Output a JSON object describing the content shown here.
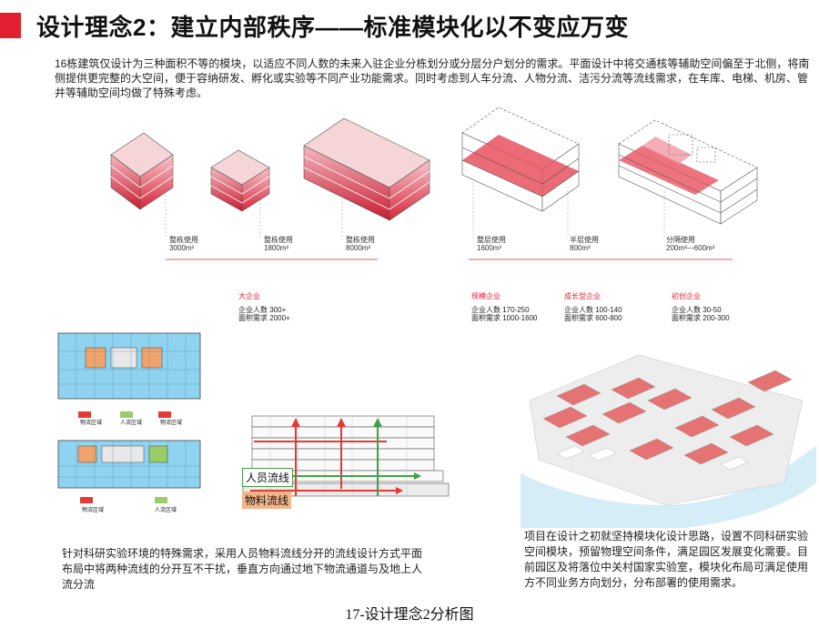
{
  "header": {
    "title": "设计理念2：建立内部秩序——标准模块化以不变应万变",
    "intro": "16栋建筑仅设计为三种面积不等的模块，以适应不同人数的未来入驻企业分栋划分或分层分户划分的需求。平面设计中将交通核等辅助空间偏至于北侧，将南侧提供更完整的大空间，便于容纳研发、孵化或实验等不同产业功能需求。同时考虑到人车分流、人物分流、洁污分流等流线需求，在车库、电梯、机房、管井等辅助空间均做了特殊考虑。"
  },
  "modules": [
    {
      "usage": "整栋使用",
      "area": "3000m²"
    },
    {
      "usage": "整栋使用",
      "area": "1800m²"
    },
    {
      "usage": "整栋使用",
      "area": "8000m²"
    },
    {
      "usage": "整层使用",
      "area": "1600m²"
    },
    {
      "usage": "半层使用",
      "area": "800m²"
    },
    {
      "usage": "分隔使用",
      "area": "200m²—600m²"
    }
  ],
  "categories": [
    {
      "name": "大企业",
      "line1": "企业人数 300+",
      "line2": "面积需求 2000+"
    },
    {
      "name": "规模企业",
      "line1": "企业人数 170-250",
      "line2": "面积需求 1000-1600"
    },
    {
      "name": "成长型企业",
      "line1": "企业人数 100-140",
      "line2": "面积需求 600-800"
    },
    {
      "name": "初创企业",
      "line1": "企业人数 30-50",
      "line2": "面积需求 200-300"
    }
  ],
  "plans": {
    "top_labels": [
      "物流区域",
      "人流区域",
      "物流区域"
    ],
    "bottom_labels": [
      "物流区域",
      "人流区域"
    ]
  },
  "section": {
    "people_flow": "人员流线",
    "goods_flow": "物料流线"
  },
  "texts": {
    "left_desc": "针对科研实验环境的特殊需求，采用人员物料流线分开的流线设计方式平面布局中将两种流线的分开互不干扰，垂直方向通过地下物流通道与及地上人流分流",
    "right_desc": "项目在设计之初就坚持模块化设计思路，设置不同科研实验空间模块，预留物理空间条件，满足园区发展变化需要。目前园区及将落位中关村国家实验室，模块化布局可满足使用方不同业务方向划分，分布部署的使用需求。"
  },
  "caption": "17-设计理念2分析图",
  "colors": {
    "accent": "#e2202f",
    "plan_blue": "#8fd3f0",
    "plan_green": "#9ccc65",
    "plan_orange": "#f0a46b"
  }
}
